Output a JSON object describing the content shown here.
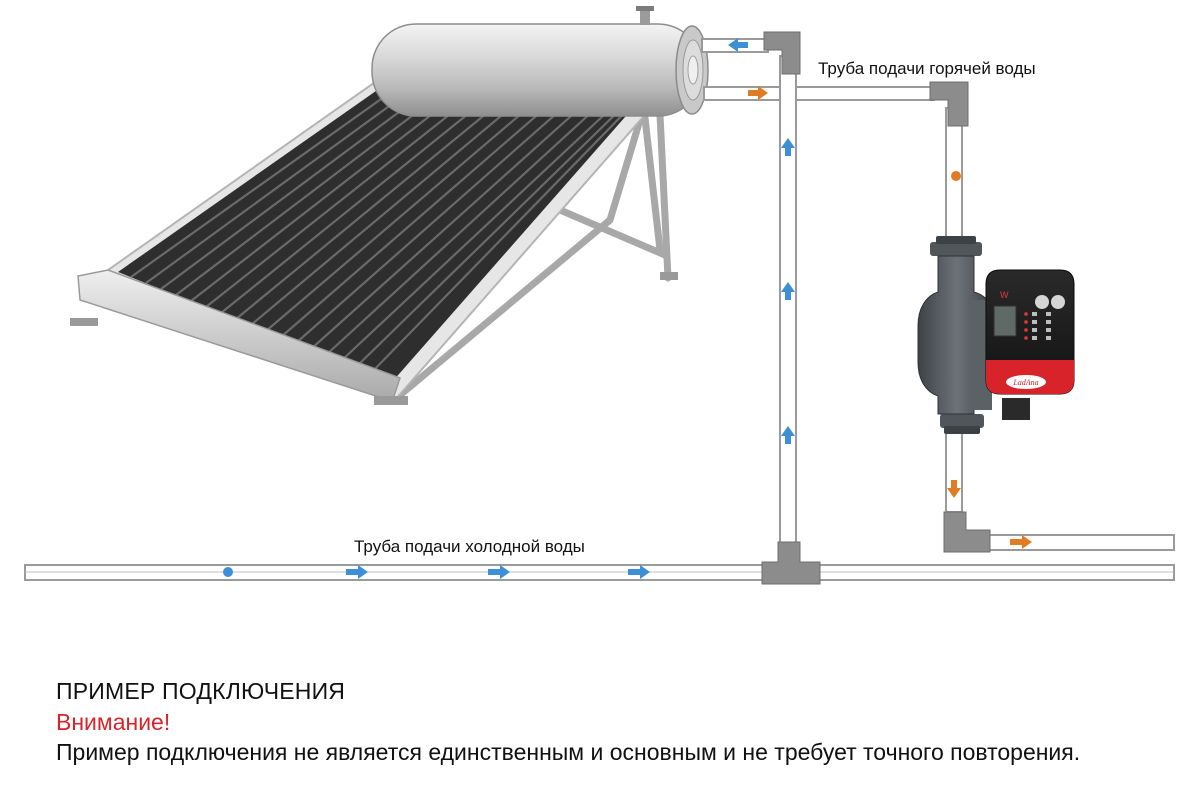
{
  "labels": {
    "hot_pipe": "Труба подачи горячей воды",
    "cold_pipe": "Труба подачи холодной воды",
    "pump_brand": "LadAna",
    "pump_w": "W"
  },
  "caption": {
    "title": "ПРИМЕР ПОДКЛЮЧЕНИЯ",
    "warning": "Внимание!",
    "text": "Пример подключения не является единственным и основным и не требует точного повторения."
  },
  "colors": {
    "pipe": "#9a9a9a",
    "fitting": "#8c8c8c",
    "cold_flow_arrow": "#3d8fd6",
    "hot_flow_arrow": "#e07b26",
    "warning_text": "#d8232a",
    "pump_accent": "#d8232a"
  }
}
